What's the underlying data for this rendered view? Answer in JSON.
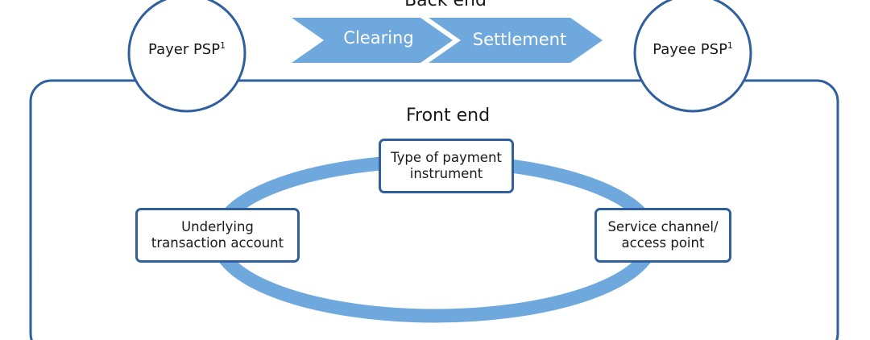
{
  "back_end": {
    "title": "Back end",
    "steps": [
      "Clearing",
      "Settlement"
    ]
  },
  "payer": {
    "label": "Payer PSP",
    "footnote": "1"
  },
  "payee": {
    "label": "Payee PSP",
    "footnote": "1"
  },
  "front_end": {
    "title": "Front end",
    "nodes": {
      "payment_instrument": {
        "line1": "Type of payment",
        "line2": "instrument"
      },
      "transaction_account": {
        "line1": "Underlying",
        "line2": "transaction account"
      },
      "service_channel": {
        "line1": "Service channel/",
        "line2": "access point"
      }
    }
  },
  "colors": {
    "outline": "#2f5f9e",
    "ring": "#6fa8dc",
    "arrow": "#6fa8dc"
  }
}
